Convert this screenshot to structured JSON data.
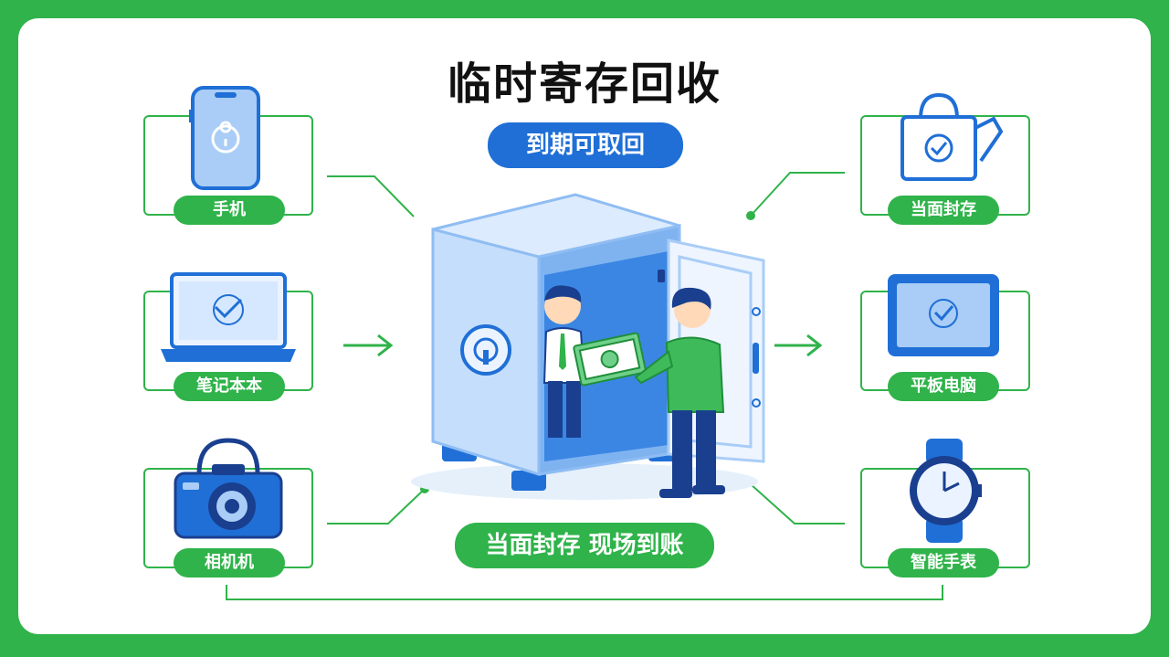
{
  "title": "临时寄存回收",
  "subtitle": "到期可取回",
  "slogan": "当面封存 现场到账",
  "devices_left": [
    {
      "label": "手机",
      "icon": "smartphone-icon"
    },
    {
      "label": "笔记本本",
      "icon": "laptop-icon"
    },
    {
      "label": "相机机",
      "icon": "camera-icon"
    }
  ],
  "devices_right": [
    {
      "label": "当面封存",
      "icon": "sealed-bag-icon"
    },
    {
      "label": "平板电脑",
      "icon": "tablet-icon"
    },
    {
      "label": "智能手表",
      "icon": "smartwatch-icon"
    }
  ],
  "colors": {
    "green": "#2fb34a",
    "blue": "#1f6fd6",
    "dark_blue": "#1a3f8f",
    "light_blue": "#a9cdf6"
  }
}
